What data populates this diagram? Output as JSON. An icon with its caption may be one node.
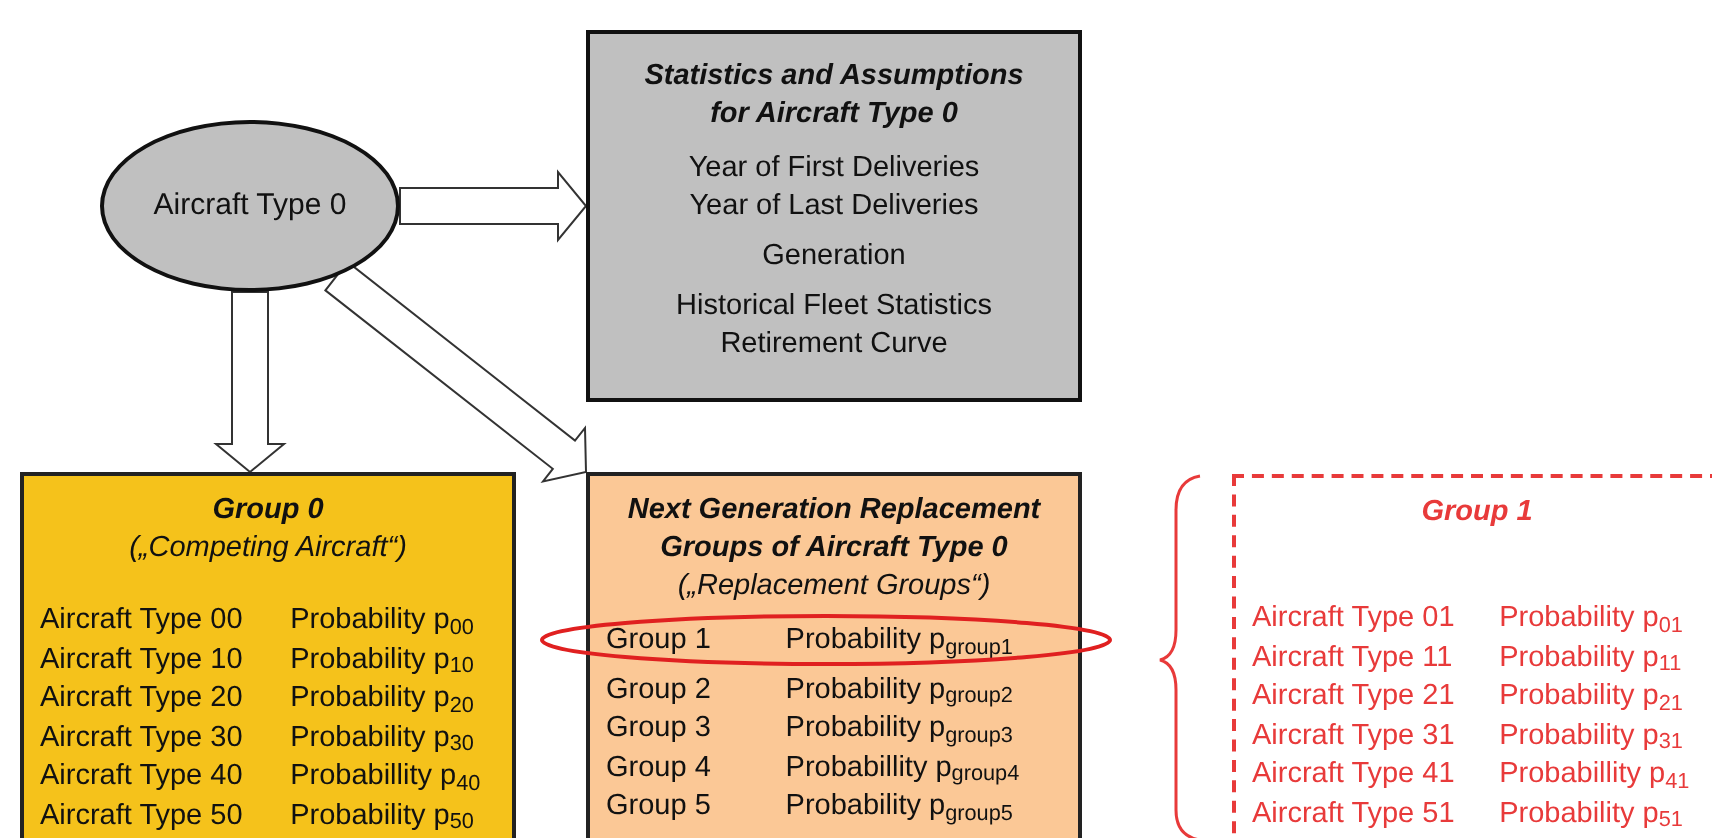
{
  "diagram": {
    "nodes": [
      {
        "text": [
          "Aircraft Type 0"
        ]
      },
      {
        "text": [
          "Statistics and Assumptions for Aircraft Type 0",
          "Year of First Deliveries",
          "Year of Last Deliveries",
          "Generation",
          "Historical Fleet Statistics",
          "Retirement Curve"
        ]
      },
      {
        "text": [
          "Group 0",
          "(„Competing Aircraft“)",
          "Aircraft Type 00",
          "Probability p$_{00}$",
          "Aircraft Type 10",
          "Probability p$_{10}$",
          "Aircraft Type 20",
          "Probability p$_{20}$",
          "Aircraft Type 30",
          "Probability p$_{30}$",
          "Aircraft Type 40",
          "Probabillity p$_{40}$",
          "Aircraft Type 50",
          "Probability p$_{50}$"
        ]
      },
      {
        "text": [
          "Next Generation Replacement Groups of Aircraft Type 0",
          "(„Replacement Groups“)",
          "Group 1",
          "Probability p$_{group1}$",
          "Group 2",
          "Probability p$_{group2}$",
          "Group 3",
          "Probability p$_{group3}$",
          "Group 4",
          "Probabillity p$_{group4}$",
          "Group 5",
          "Probability p$_{group5}$"
        ]
      },
      {
        "text": [
          "Group 1",
          "Aircraft Type 01",
          "Probability p$_{01}$",
          "Aircraft Type 11",
          "Probability p$_{11}$",
          "Aircraft Type 21",
          "Probability p$_{21}$",
          "Aircraft Type 31",
          "Probability p$_{31}$",
          "Aircraft Type 41",
          "Probabillity p$_{41}$",
          "Aircraft Type 51",
          "Probability p$_{51}$"
        ]
      }
    ],
    "edges": [
      {
        "from": 0,
        "to": 1,
        "arrow": "to",
        "style": "thick"
      },
      {
        "from": 0,
        "to": 2,
        "arrow": "to",
        "style": "thick"
      },
      {
        "from": 0,
        "to": 3,
        "arrow": "to",
        "style": "thick"
      }
    ]
  }
}
